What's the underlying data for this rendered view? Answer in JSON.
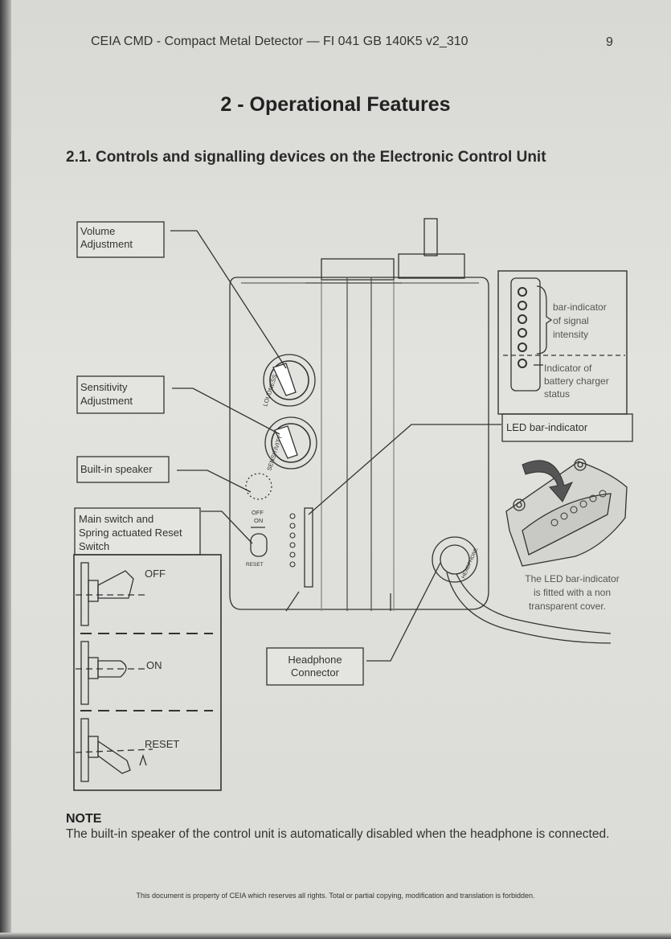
{
  "header": {
    "title": "CEIA CMD - Compact Metal Detector  — FI  041 GB 140K5 v2_310",
    "page_number": "9"
  },
  "section": {
    "title": "2 -   Operational Features",
    "subtitle": "2.1. Controls and signalling devices on the Electronic Control Unit"
  },
  "diagram": {
    "callouts": {
      "volume": [
        "Volume",
        "Adjustment"
      ],
      "sensitivity": [
        "Sensitivity",
        "Adjustment"
      ],
      "speaker": "Built-in speaker",
      "main_switch": [
        "Main switch and",
        "Spring actuated Reset",
        "Switch"
      ],
      "headphone": [
        "Headphone",
        "Connector"
      ],
      "led_bar": "LED bar-indicator"
    },
    "switch_positions": [
      "OFF",
      "ON",
      "RESET"
    ],
    "led_detail": {
      "signal": [
        "bar-indicator",
        "of signal",
        "intensity"
      ],
      "battery": [
        "Indicator of",
        "battery charger",
        "status"
      ]
    },
    "cover_note": [
      "The LED bar-indicator",
      "is fitted with a non",
      "transparent cover."
    ],
    "device_labels": {
      "loudness": "LOUDNESS",
      "sensitivity": "SENSITIVITY",
      "off": "OFF",
      "on": "ON",
      "reset": "RESET",
      "headphone": "HEADPHONE"
    }
  },
  "note": {
    "title": "NOTE",
    "body": "The built-in speaker of the control unit is automatically  disabled when the headphone is connected."
  },
  "footer": {
    "text": "This document is property of CEIA which reserves all rights. Total or partial copying, modification and translation is forbidden."
  }
}
